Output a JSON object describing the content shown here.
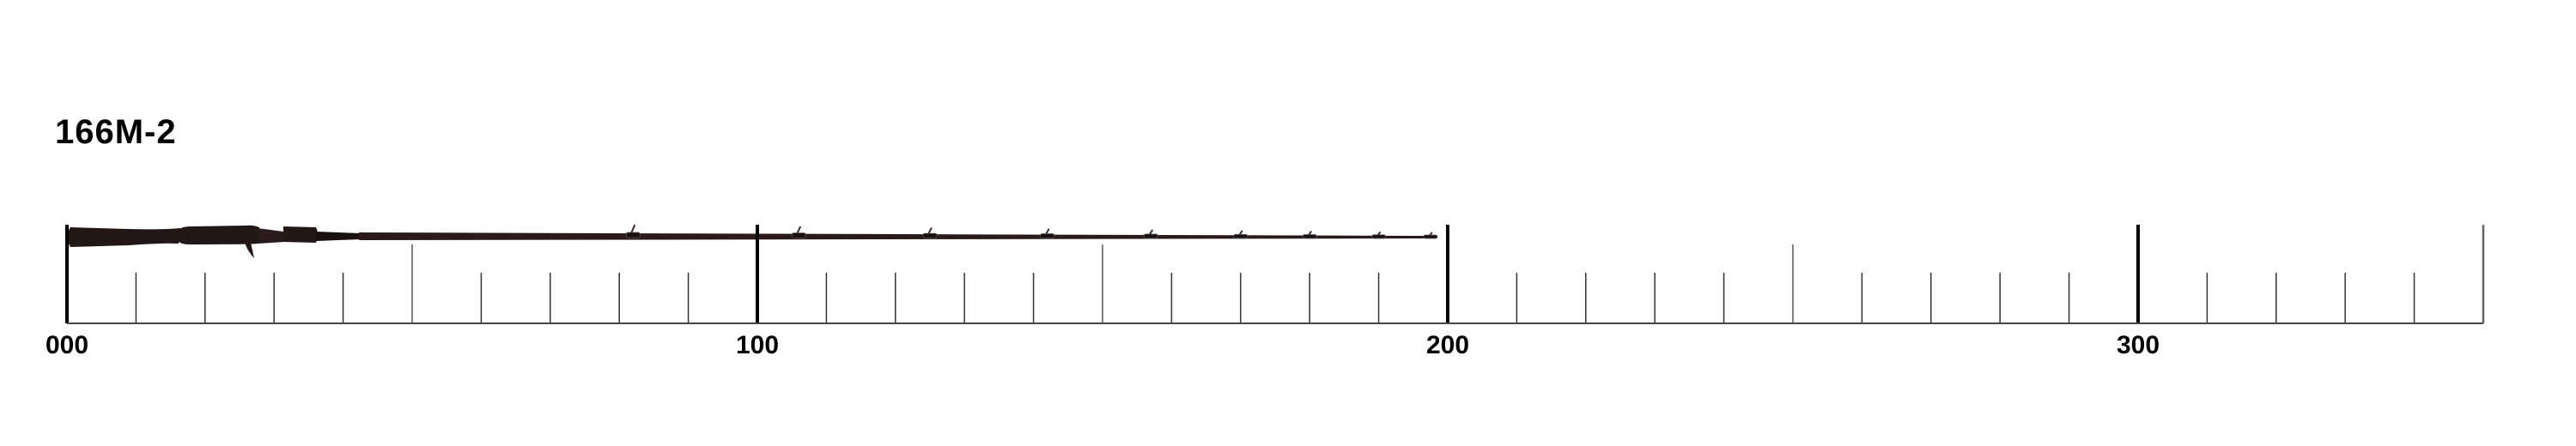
{
  "model_name": "166M-2",
  "scale": {
    "unit_start": 0,
    "unit_end": 350,
    "minor_step": 10,
    "medium_step": 50,
    "major_step": 100,
    "labels": [
      {
        "value": 0,
        "text": "000"
      },
      {
        "value": 100,
        "text": "100"
      },
      {
        "value": 200,
        "text": "200"
      },
      {
        "value": 300,
        "text": "300"
      }
    ]
  },
  "rod": {
    "length_cm": 197.5,
    "guide_positions_cm": [
      82,
      106,
      125,
      142,
      157,
      170,
      180,
      190,
      197.5
    ],
    "color": "#2a1a1a"
  }
}
